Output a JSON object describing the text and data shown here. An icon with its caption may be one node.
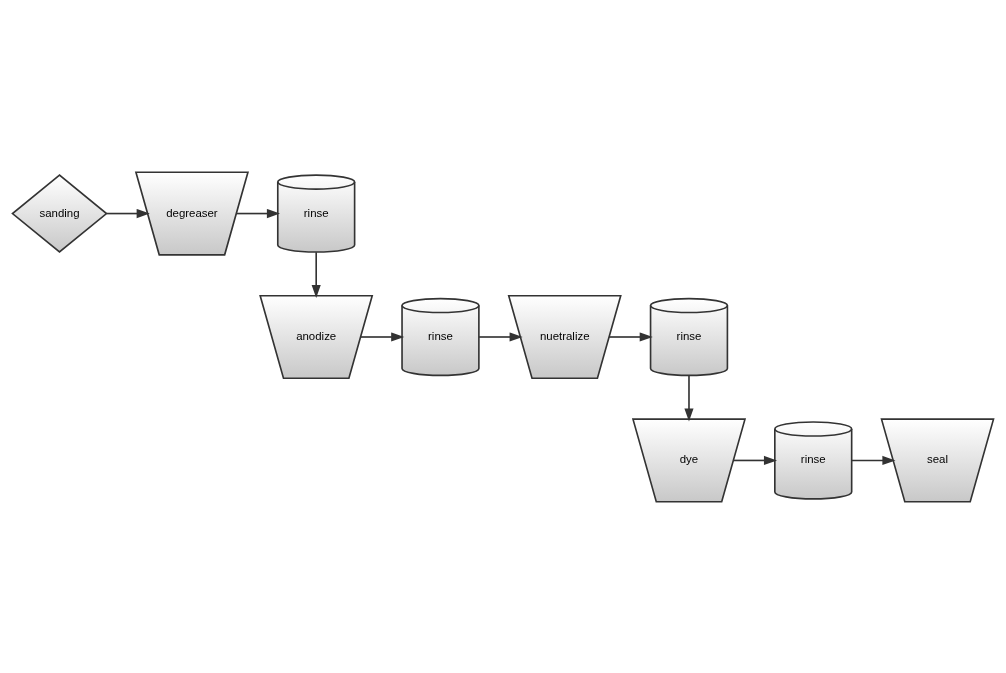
{
  "diagram": {
    "nodes": [
      {
        "text": [
          "sanding"
        ]
      },
      {
        "text": [
          "degreaser"
        ]
      },
      {
        "text": [
          "rinse"
        ]
      },
      {
        "text": [
          "anodize"
        ]
      },
      {
        "text": [
          "rinse"
        ]
      },
      {
        "text": [
          "nuetralize"
        ]
      },
      {
        "text": [
          "rinse"
        ]
      },
      {
        "text": [
          "dye"
        ]
      },
      {
        "text": [
          "rinse"
        ]
      },
      {
        "text": [
          "seal"
        ]
      }
    ],
    "edges": [
      {
        "from": 0,
        "to": 1,
        "arrow": "to"
      },
      {
        "from": 1,
        "to": 2,
        "arrow": "to"
      },
      {
        "from": 2,
        "to": 3,
        "arrow": "to"
      },
      {
        "from": 3,
        "to": 4,
        "arrow": "to"
      },
      {
        "from": 4,
        "to": 5,
        "arrow": "to"
      },
      {
        "from": 5,
        "to": 6,
        "arrow": "to"
      },
      {
        "from": 6,
        "to": 7,
        "arrow": "to"
      },
      {
        "from": 7,
        "to": 8,
        "arrow": "to"
      },
      {
        "from": 8,
        "to": 9,
        "arrow": "to"
      }
    ]
  }
}
